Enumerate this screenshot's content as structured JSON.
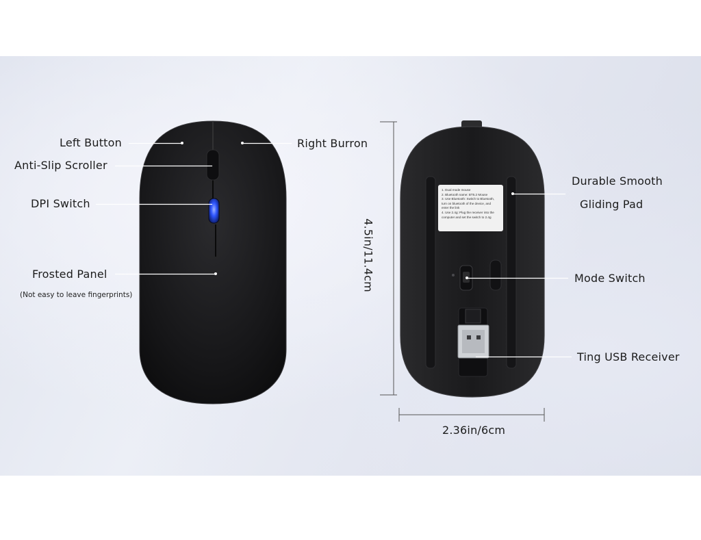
{
  "labels": {
    "left_button": "Left Button",
    "right_button": "Right Burron",
    "scroller": "Anti-Slip Scroller",
    "dpi": "DPI Switch",
    "frosted": "Frosted Panel",
    "frosted_note": "(Not easy to leave fingerprints)",
    "durable_1": "Durable Smooth",
    "durable_2": "Gliding Pad",
    "mode_switch": "Mode Switch",
    "usb": "Ting USB Receiver",
    "height": "4.5in/11.4cm",
    "width": "2.36in/6cm"
  },
  "sticker": {
    "lines": [
      "1. Dual mode mouse",
      "2. Bluetooth name: BT5.2 Mouse",
      "3. Use Bluetooth: Switch to Bluetooth,",
      "   turn on bluetooth of the device, and",
      "   enter the link",
      "4. Use 2.4g: Plug the receiver into the",
      "   computer and set the switch to 2.4g"
    ]
  },
  "colors": {
    "mouse_body": "#1b1b1d",
    "dpi_led": "#2e55ff",
    "background": "#e4e7f0"
  }
}
